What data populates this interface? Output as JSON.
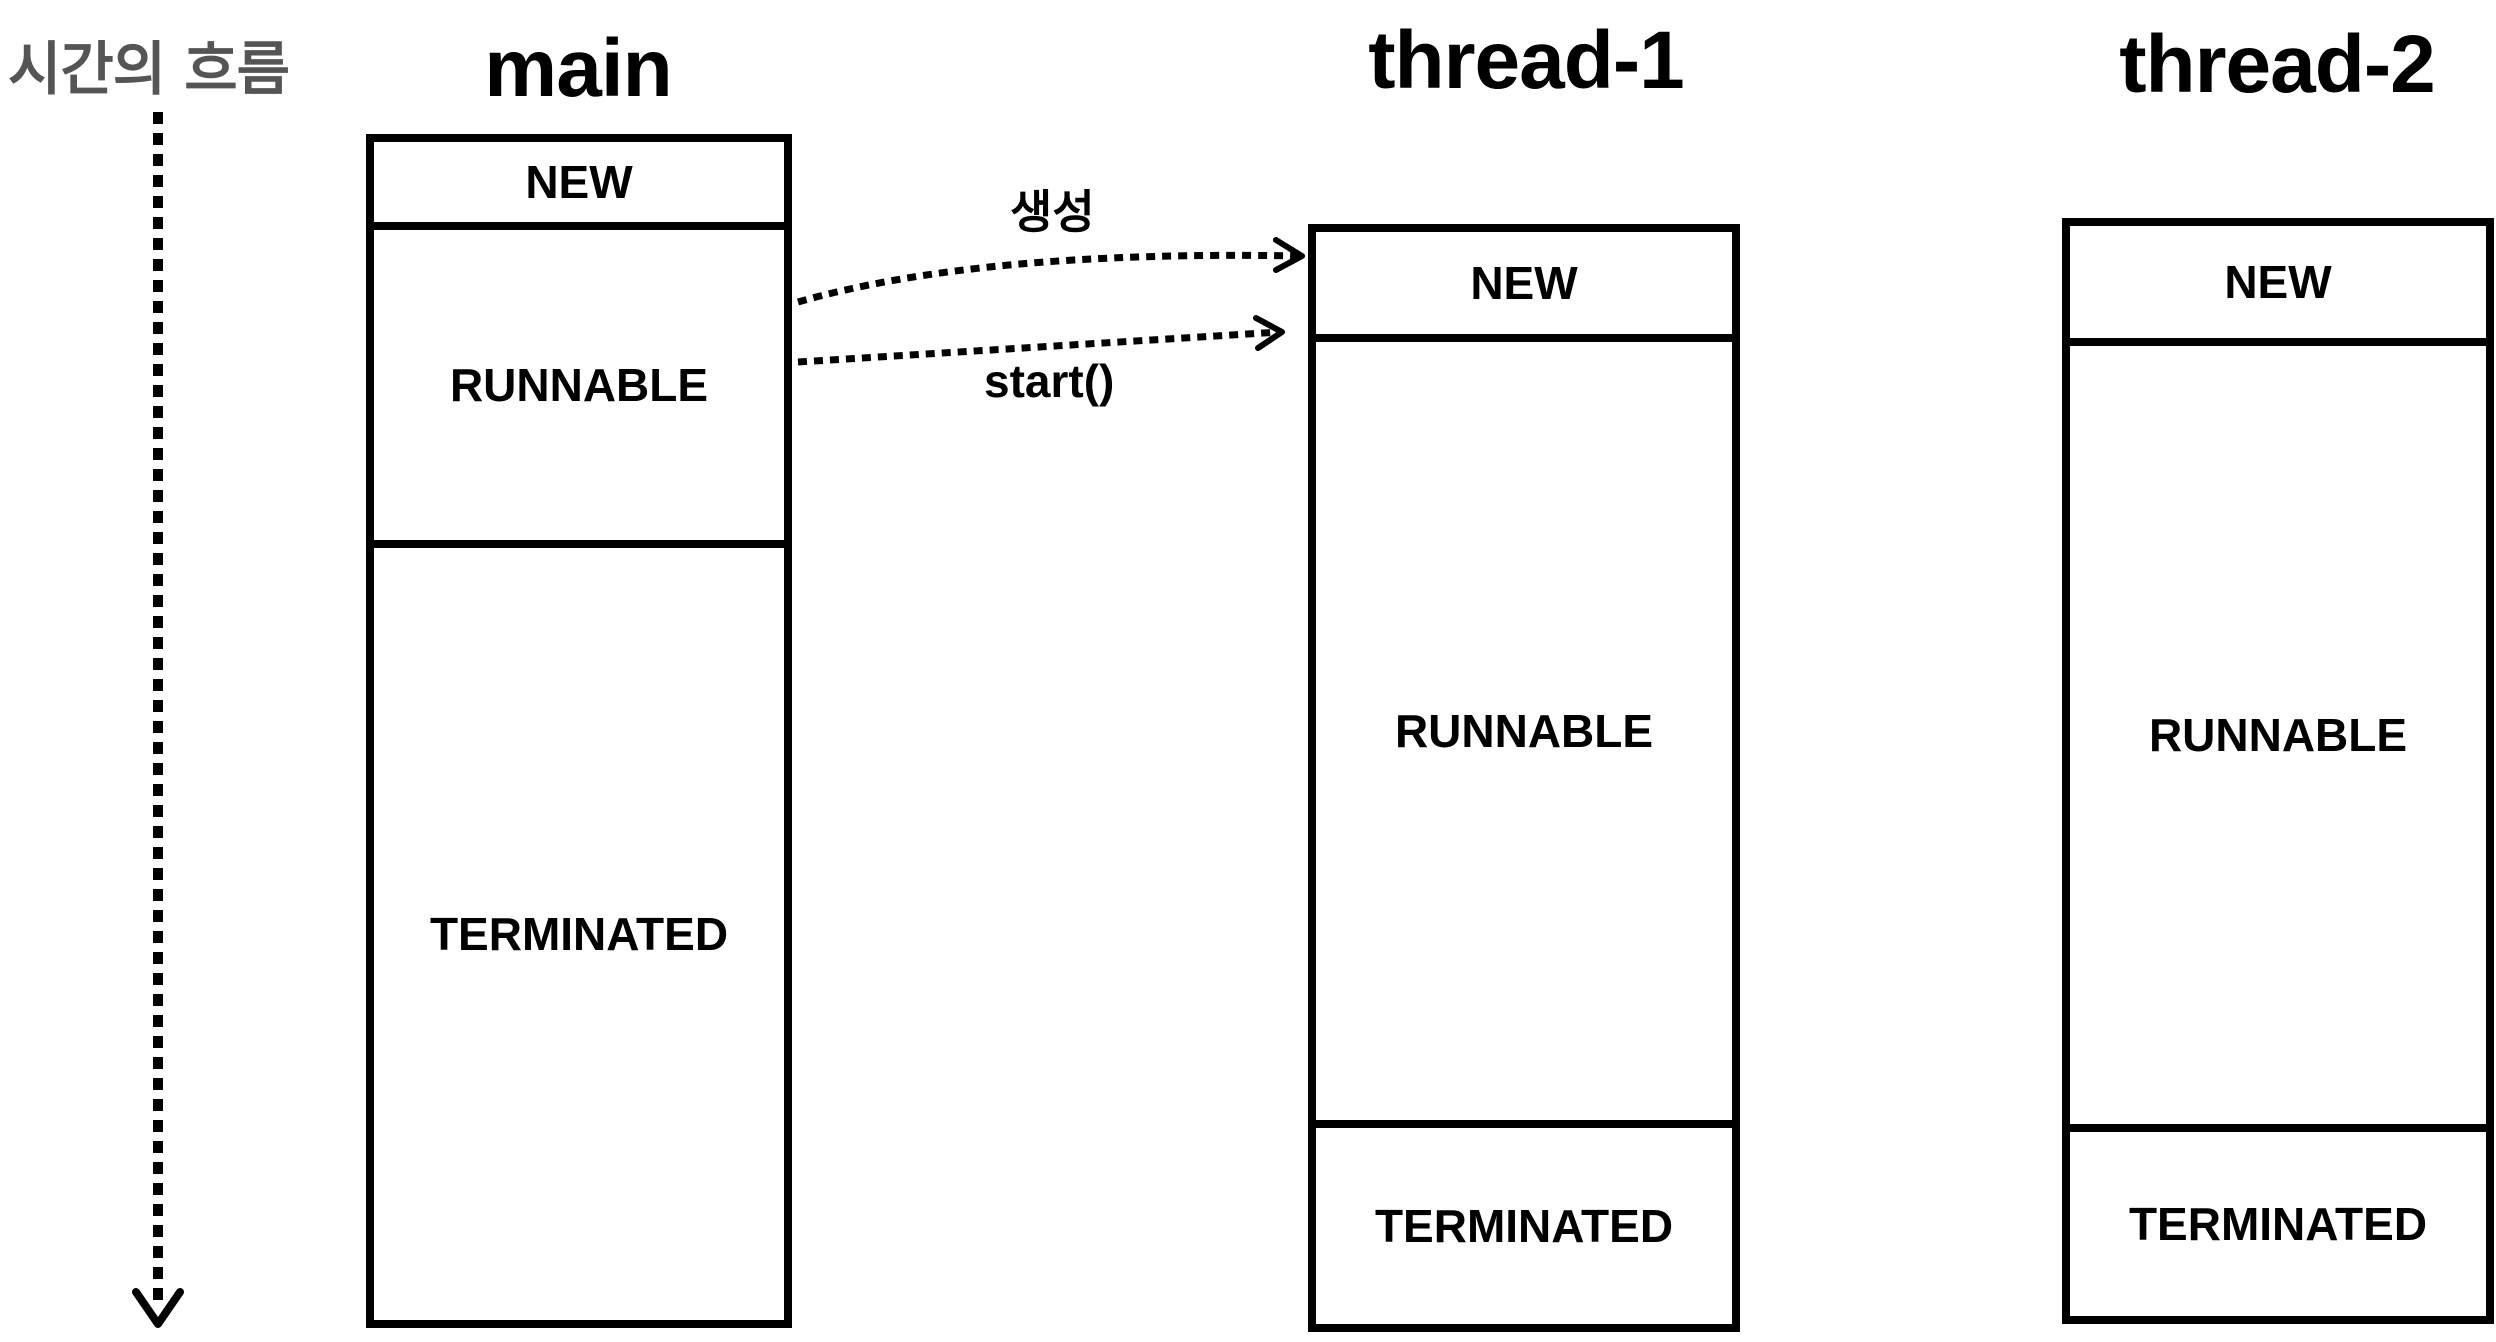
{
  "timeline": {
    "label": "시간의 흐름"
  },
  "threads": [
    {
      "title": "main",
      "states": [
        "NEW",
        "RUNNABLE",
        "TERMINATED"
      ]
    },
    {
      "title": "thread-1",
      "states": [
        "NEW",
        "RUNNABLE",
        "TERMINATED"
      ]
    },
    {
      "title": "thread-2",
      "states": [
        "NEW",
        "RUNNABLE",
        "TERMINATED"
      ]
    }
  ],
  "transitions": {
    "create_label": "생성",
    "start_label": "start()"
  }
}
